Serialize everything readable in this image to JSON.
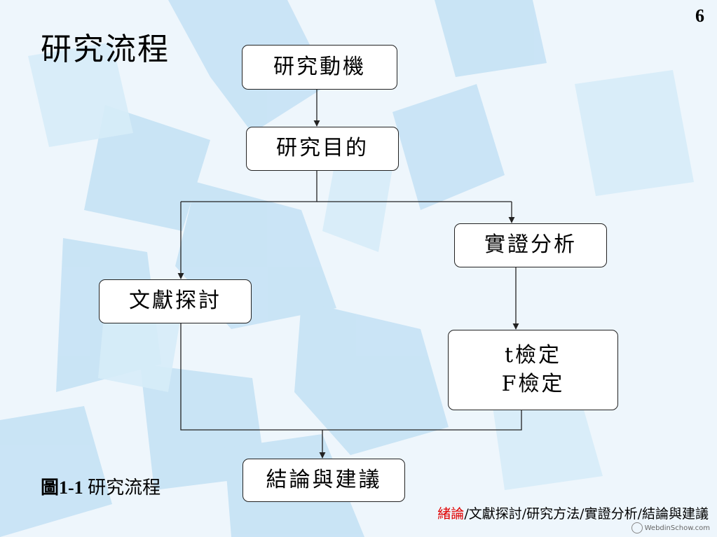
{
  "slide": {
    "title": "研究流程",
    "page_number": "6"
  },
  "flow": {
    "motivation": "研究動機",
    "purpose": "研究目的",
    "literature": "文獻探討",
    "empirical": "實證分析",
    "tests": [
      "t檢定",
      "F檢定"
    ],
    "conclusion": "結論與建議"
  },
  "caption": {
    "number": "圖1-1",
    "text": "研究流程"
  },
  "breadcrumb": {
    "items": [
      "緒論",
      "文獻探討",
      "研究方法",
      "實證分析",
      "結論與建議"
    ],
    "separator": "/",
    "active_color": "#e00000"
  },
  "watermark": "WebdinSchow.com",
  "colors": {
    "background": "#eef6fc",
    "accent_shapes": "#b9dcf2"
  }
}
